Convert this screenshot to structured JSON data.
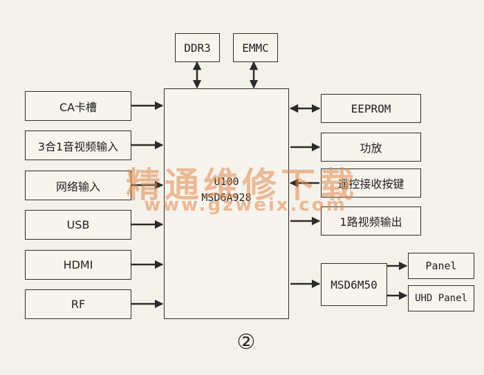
{
  "diagram": {
    "main_chip": {
      "line1": "U100",
      "line2": "MSD6A928"
    },
    "top_blocks": [
      {
        "label": "DDR3"
      },
      {
        "label": "EMMC"
      }
    ],
    "left_blocks": [
      {
        "label": "CA卡槽"
      },
      {
        "label": "3合1音视频输入"
      },
      {
        "label": "网络输入"
      },
      {
        "label": "USB"
      },
      {
        "label": "HDMI"
      },
      {
        "label": "RF"
      }
    ],
    "right_blocks": [
      {
        "label": "EEPROM"
      },
      {
        "label": "功放"
      },
      {
        "label": "遥控接收按键"
      },
      {
        "label": "1路视频输出"
      },
      {
        "label": "MSD6M50"
      }
    ],
    "panel_blocks": [
      {
        "label": "Panel"
      },
      {
        "label": "UHD Panel"
      }
    ],
    "figure_number": "②",
    "watermark": {
      "line1": "精通维修下载",
      "line2": "www.gzweix.com"
    }
  }
}
